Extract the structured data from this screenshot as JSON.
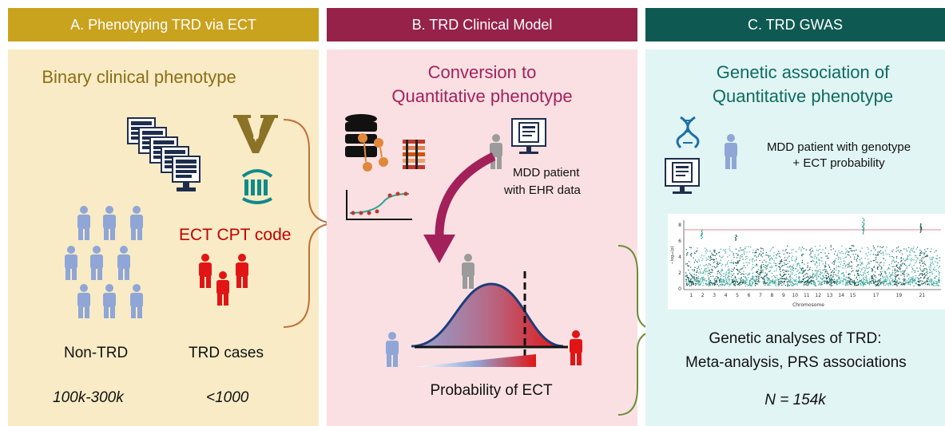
{
  "colors": {
    "panel_a_header": "#c9a21e",
    "panel_a_body": "#f8ebc6",
    "panel_b_header": "#962249",
    "panel_b_body": "#fae0e3",
    "panel_c_header": "#0e5a52",
    "panel_c_body": "#e1f5f4",
    "person_blue": "#8fa6d6",
    "person_red": "#e11515",
    "person_gray": "#9b9b9b",
    "title_a": "#8d6e14",
    "title_b": "#a3215a",
    "title_c": "#0e6b60",
    "ect_cpt": "#c00000"
  },
  "panel_a": {
    "header": "A. Phenotyping TRD via ECT",
    "title": "Binary clinical phenotype",
    "ect_cpt_label": "ECT CPT code",
    "non_trd_label": "Non-TRD",
    "trd_label": "TRD cases",
    "non_trd_count": "100k-300k",
    "trd_count": "<1000"
  },
  "panel_b": {
    "header": "B. TRD Clinical Model",
    "title_line1": "Conversion to",
    "title_line2": "Quantitative phenotype",
    "patient_line1": "MDD patient",
    "patient_line2": "with EHR data",
    "probability_label": "Probability of ECT"
  },
  "panel_c": {
    "header": "C. TRD GWAS",
    "title_line1": "Genetic association of",
    "title_line2": "Quantitative phenotype",
    "patient_line1": "MDD patient with genotype",
    "patient_line2": "+ ECT probability",
    "manhattan_xlabel": "Chromosome",
    "manhattan_ylabel": "−log₁₀(p)",
    "manhattan_yticks": [
      "8",
      "6",
      "4",
      "2",
      "0"
    ],
    "manhattan_xticks": [
      "1",
      "2",
      "3",
      "4",
      "5",
      "6",
      "7",
      "8",
      "9",
      "10",
      "11",
      "12",
      "13",
      "14",
      "15",
      "17",
      "19",
      "21"
    ],
    "analyses_title": "Genetic analyses of TRD:",
    "analyses_subtitle": "Meta-analysis, PRS associations",
    "sample_size": "N = 154k"
  }
}
